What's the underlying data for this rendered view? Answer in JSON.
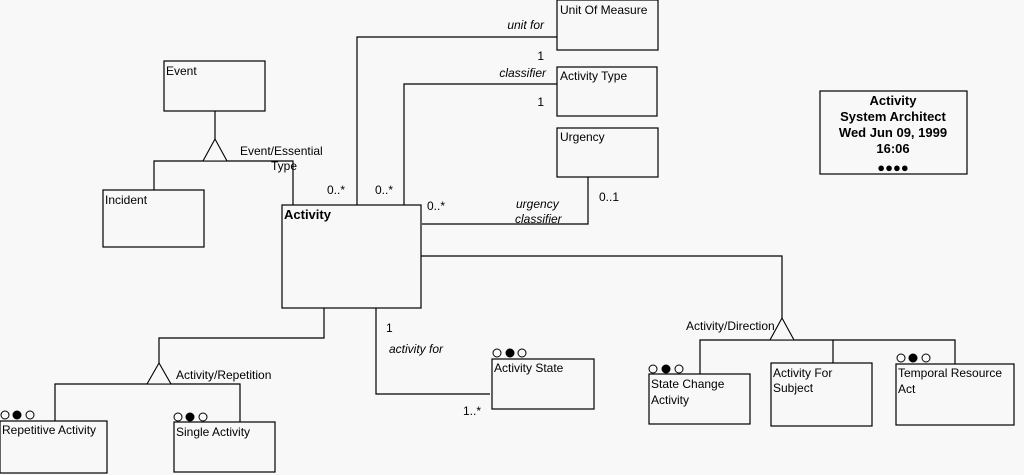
{
  "title_block": {
    "lines": [
      "Activity",
      "System Architect",
      "Wed Jun 09, 1999",
      "16:06"
    ],
    "marker": "●●●●"
  },
  "entities": {
    "unit_of_measure": "Unit Of Measure",
    "activity_type": "Activity Type",
    "urgency": "Urgency",
    "event": "Event",
    "incident": "Incident",
    "activity": "Activity",
    "activity_state": "Activity State",
    "repetitive_activity": "Repetitive Activity",
    "single_activity": "Single Activity",
    "state_change_activity": [
      "State Change",
      "Activity"
    ],
    "activity_for_subject": [
      "Activity For",
      "Subject"
    ],
    "temporal_resource_act": [
      "Temporal Resource",
      "Act"
    ]
  },
  "relationships": {
    "unit_for": {
      "label": "unit for",
      "mult_target": "1",
      "mult_source": "0..*"
    },
    "classifier": {
      "label": "classifier",
      "mult_target": "1",
      "mult_source": "0..*"
    },
    "urgency_classifier": {
      "label": [
        "urgency",
        "classifier"
      ],
      "mult_target": "0..1",
      "mult_source": "0..*"
    },
    "activity_for": {
      "label": "activity for",
      "mult_source": "1",
      "mult_target": "1..*"
    }
  },
  "generalizations": {
    "event_essential_type": [
      "Event/Essential",
      "Type"
    ],
    "activity_repetition": "Activity/Repetition",
    "activity_direction": "Activity/Direction"
  }
}
